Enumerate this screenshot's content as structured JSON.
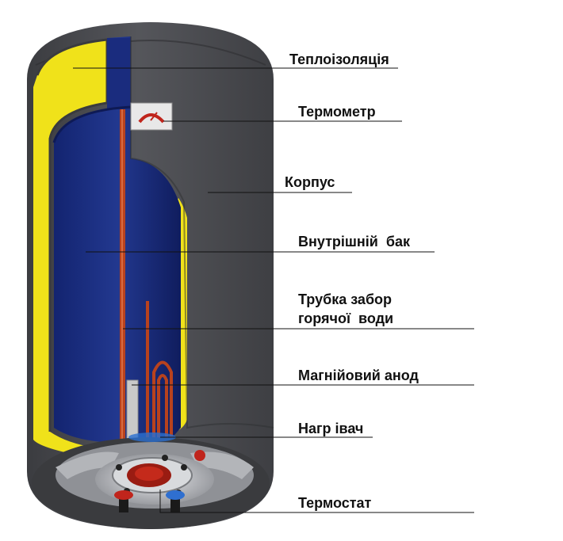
{
  "labels": {
    "insulation": "Теплоізоляція",
    "thermometer": "Термометр",
    "body": "Корпус",
    "inner_tank": "Внутрішній  бак",
    "hot_pipe_line1": "Трубка забор",
    "hot_pipe_line2": "горячої  води",
    "anode": "Магнійовий анод",
    "heater": "Нагр івач",
    "thermostat": "Термостат"
  },
  "colors": {
    "shell": "#4a4b4f",
    "shell_dark": "#3a3b3e",
    "insulation": "#f0e21a",
    "tank": "#1c2f82",
    "tank_dark": "#0e1a55",
    "pipe": "#b8421e",
    "anode": "#c9c9c9",
    "flange": "#d0d2d6"
  }
}
